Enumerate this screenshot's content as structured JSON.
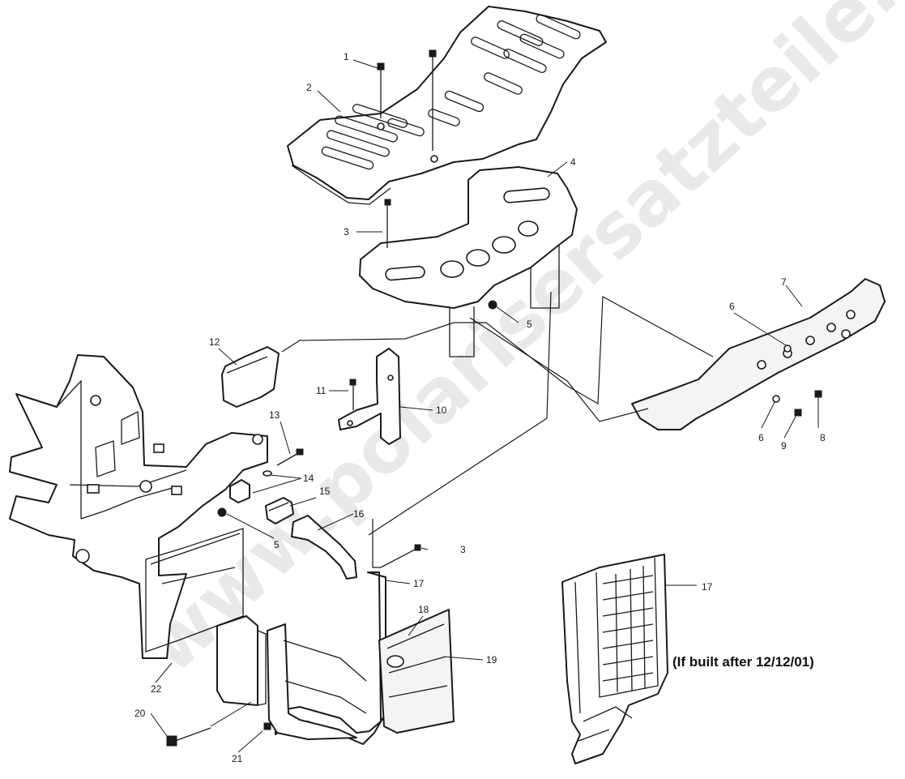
{
  "diagram": {
    "watermark": "www.polarisersatzteile.de",
    "note": "(If built after 12/12/01)",
    "callouts": {
      "c1": "1",
      "c2": "2",
      "c3a": "3",
      "c3b": "3",
      "c4": "4",
      "c5a": "5",
      "c5b": "5",
      "c6a": "6",
      "c6b": "6",
      "c7": "7",
      "c8": "8",
      "c9": "9",
      "c10": "10",
      "c11": "11",
      "c12": "12",
      "c13": "13",
      "c14": "14",
      "c15": "15",
      "c16": "16",
      "c17a": "17",
      "c17b": "17",
      "c18": "18",
      "c19": "19",
      "c20": "20",
      "c21": "21",
      "c22": "22"
    },
    "icons": {
      "rack": "cargo-rack",
      "bracket": "rack-bracket",
      "bumper": "rear-bumper",
      "reflector": "tail-light",
      "frame": "frame-section",
      "step": "foot-step",
      "grille": "mud-guard-grille"
    }
  }
}
